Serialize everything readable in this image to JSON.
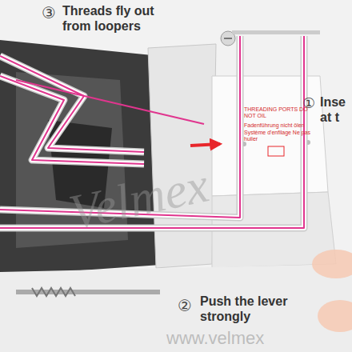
{
  "diagram": {
    "labels": [
      "③",
      "Threads fly out from loopers",
      "①",
      "Inse at t",
      "THREADING PORTS DO NOT OIL",
      "Fadenführung nicht ölen",
      "Système d'enfilage Ne pas huiler",
      "②",
      "Push the lever strongly",
      "Velmex",
      "www.velmex"
    ]
  }
}
